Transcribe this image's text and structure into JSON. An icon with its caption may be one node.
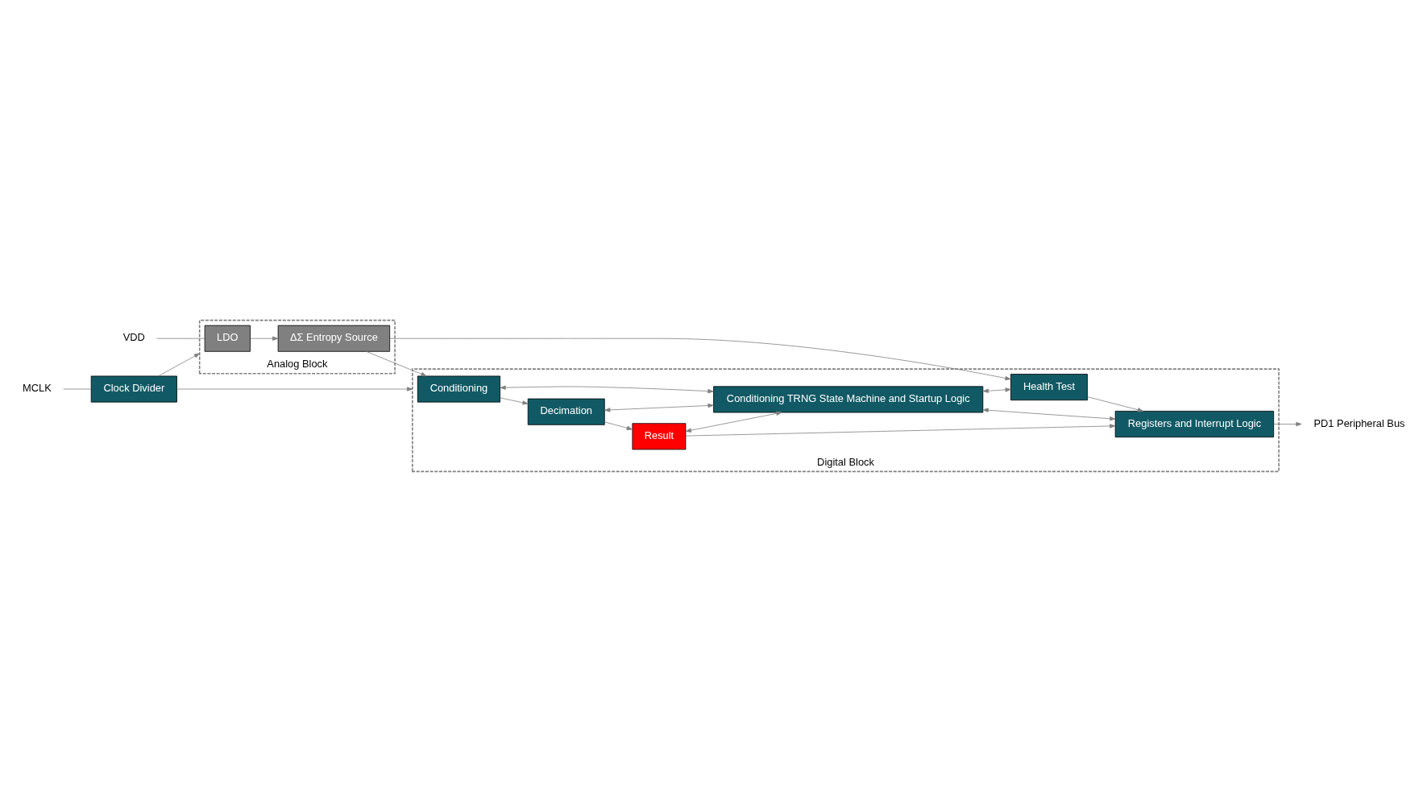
{
  "diagram": {
    "nodes": [
      {
        "text": [
          "Analog Block"
        ]
      },
      {
        "text": [
          "LDO"
        ],
        "in": 0
      },
      {
        "text": [
          "ΔΣ Entropy Source"
        ],
        "in": 0
      },
      {
        "text": [
          "Digital Block"
        ]
      },
      {
        "text": [
          "Conditioning"
        ],
        "in": 3
      },
      {
        "text": [
          "Decimation"
        ],
        "in": 3
      },
      {
        "text": [
          "Result"
        ],
        "in": 3
      },
      {
        "text": [
          "Conditioning TRNG State Machine and Startup Logic"
        ],
        "in": 3
      },
      {
        "text": [
          "Health Test"
        ],
        "in": 3
      },
      {
        "text": [
          "Registers and Interrupt Logic"
        ],
        "in": 3
      },
      {
        "text": [
          "Clock Divider"
        ]
      },
      {
        "text": [
          "VDD"
        ]
      },
      {
        "text": [
          "MCLK"
        ]
      },
      {
        "text": [
          "PD1 Peripheral Bus"
        ]
      }
    ],
    "edges": [
      {
        "from": 11,
        "to": 1,
        "arrow": "none"
      },
      {
        "from": 1,
        "to": 2,
        "arrow": "to"
      },
      {
        "from": 2,
        "to": 4,
        "arrow": "to"
      },
      {
        "from": 2,
        "to": 8,
        "arrow": "to"
      },
      {
        "from": 4,
        "to": 5,
        "arrow": "to"
      },
      {
        "from": 5,
        "to": 6,
        "arrow": "to"
      },
      {
        "from": 4,
        "to": 7,
        "arrow": "both"
      },
      {
        "from": 5,
        "to": 7,
        "arrow": "both"
      },
      {
        "from": 6,
        "to": 7,
        "arrow": "both"
      },
      {
        "from": 7,
        "to": 8,
        "arrow": "both"
      },
      {
        "from": 7,
        "to": 9,
        "arrow": "both"
      },
      {
        "from": 8,
        "to": 9,
        "arrow": "to"
      },
      {
        "from": 6,
        "to": 9,
        "arrow": "to"
      },
      {
        "from": 9,
        "to": 13,
        "arrow": "to"
      },
      {
        "from": 12,
        "to": 10,
        "arrow": "none"
      },
      {
        "from": 10,
        "to": 0,
        "arrow": "to"
      },
      {
        "from": 10,
        "to": 3,
        "arrow": "to"
      }
    ]
  }
}
